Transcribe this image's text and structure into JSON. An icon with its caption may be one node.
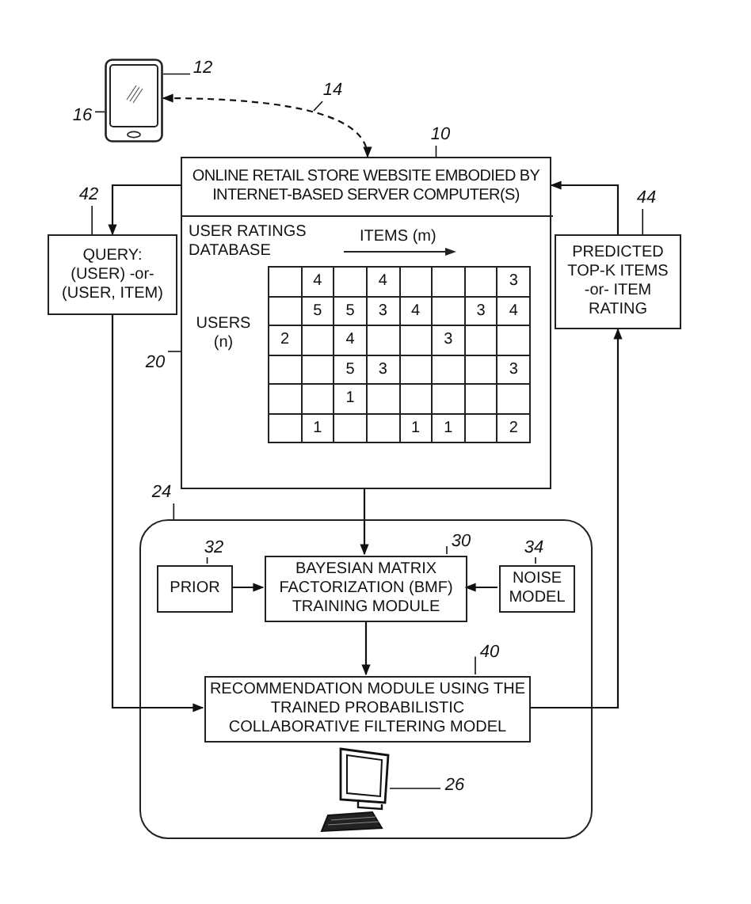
{
  "diagram": {
    "nodes": [
      {
        "text": [],
        "shape": "picture"
      },
      {
        "text": [
          "ONLINE RETAIL STORE WEBSITE EMBODIED BY INTERNET-BASED SERVER COMPUTER(S)"
        ]
      },
      {
        "text": [
          "USER RATINGS DATABASE"
        ],
        "in": 1
      },
      {
        "text": [
          "QUERY: (USER) -or- (USER, ITEM)"
        ]
      },
      {
        "text": [
          "PREDICTED TOP-K ITEMS -or- ITEM RATING"
        ]
      },
      {
        "text": [],
        "shape": "box"
      },
      {
        "text": [
          "PRIOR"
        ],
        "in": 5
      },
      {
        "text": [
          "BAYESIAN MATRIX FACTORIZATION (BMF) TRAINING MODULE"
        ],
        "in": 5
      },
      {
        "text": [
          "NOISE MODEL"
        ],
        "in": 5
      },
      {
        "text": [
          "RECOMMENDATION MODULE USING THE TRAINED PROBABILISTIC COLLABORATIVE FILTERING MODEL"
        ],
        "in": 5
      },
      {
        "text": [],
        "shape": "picture",
        "in": 5
      },
      {
        "text": [
          "12"
        ]
      },
      {
        "text": [
          "16"
        ]
      },
      {
        "text": [
          "14"
        ]
      },
      {
        "text": [
          "10"
        ]
      },
      {
        "text": [
          "20"
        ]
      },
      {
        "text": [
          "42"
        ]
      },
      {
        "text": [
          "44"
        ]
      },
      {
        "text": [
          "24"
        ]
      },
      {
        "text": [
          "32"
        ],
        "in": 5
      },
      {
        "text": [
          "30"
        ],
        "in": 5
      },
      {
        "text": [
          "34"
        ],
        "in": 5
      },
      {
        "text": [
          "40"
        ],
        "in": 5
      },
      {
        "text": [
          "26"
        ],
        "in": 5
      }
    ],
    "edges": [
      {
        "from": 0,
        "to": 1,
        "arrow": "both",
        "style": "dashed"
      },
      {
        "from": 1,
        "to": 3,
        "arrow": "to"
      },
      {
        "from": 4,
        "to": 1,
        "arrow": "to"
      },
      {
        "from": 1,
        "to": 7,
        "arrow": "to"
      },
      {
        "from": 3,
        "to": 9,
        "arrow": "to"
      },
      {
        "from": 6,
        "to": 7,
        "arrow": "to"
      },
      {
        "from": 8,
        "to": 7,
        "arrow": "to"
      },
      {
        "from": 7,
        "to": 9,
        "arrow": "to"
      },
      {
        "from": 9,
        "to": 4,
        "arrow": "to"
      },
      {
        "from": 11,
        "to": 0,
        "arrow": "none"
      },
      {
        "from": 12,
        "to": 0,
        "arrow": "none"
      },
      {
        "from": 13,
        "to": null,
        "arrow": "none"
      },
      {
        "from": 14,
        "to": 1,
        "arrow": "none"
      },
      {
        "from": 15,
        "to": 2,
        "arrow": "none"
      },
      {
        "from": 16,
        "to": 3,
        "arrow": "none"
      },
      {
        "from": 17,
        "to": 4,
        "arrow": "none"
      },
      {
        "from": 18,
        "to": 5,
        "arrow": "none"
      },
      {
        "from": 19,
        "to": 6,
        "arrow": "none"
      },
      {
        "from": 20,
        "to": 7,
        "arrow": "none"
      },
      {
        "from": 21,
        "to": 8,
        "arrow": "none"
      },
      {
        "from": 22,
        "to": 9,
        "arrow": "none"
      },
      {
        "from": 23,
        "to": 10,
        "arrow": "none"
      }
    ],
    "labels": [
      "ITEMS (m)",
      "USERS (n)",
      "4",
      "4",
      "3",
      "5",
      "5",
      "3",
      "4",
      "3",
      "4",
      "2",
      "4",
      "3",
      "5",
      "3",
      "3",
      "1",
      "1",
      "1",
      "1",
      "2"
    ]
  }
}
